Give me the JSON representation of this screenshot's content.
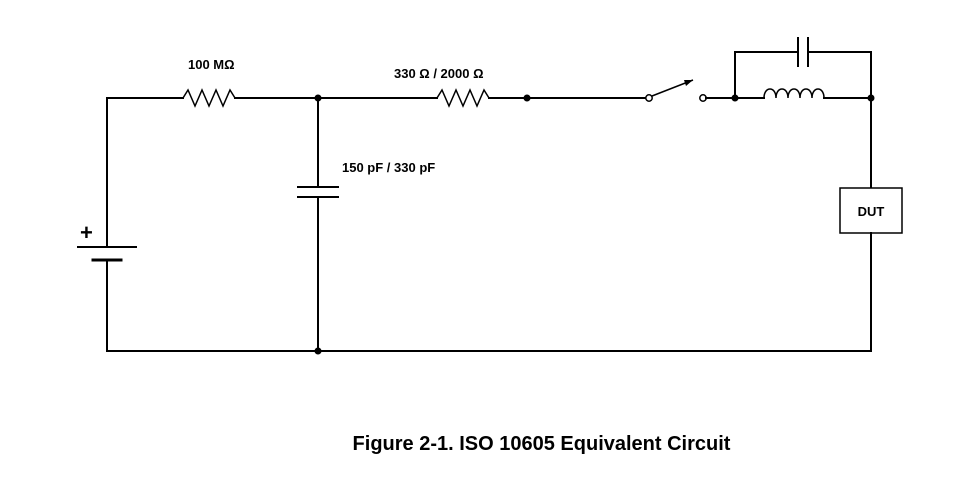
{
  "diagram": {
    "resistor_1_label": "100 MΩ",
    "resistor_2_label": "330 Ω / 2000 Ω",
    "capacitor_label": "150 pF / 330 pF",
    "dut_label": "DUT",
    "battery_polarity": "+"
  },
  "caption": "Figure 2-1. ISO 10605 Equivalent Circuit"
}
